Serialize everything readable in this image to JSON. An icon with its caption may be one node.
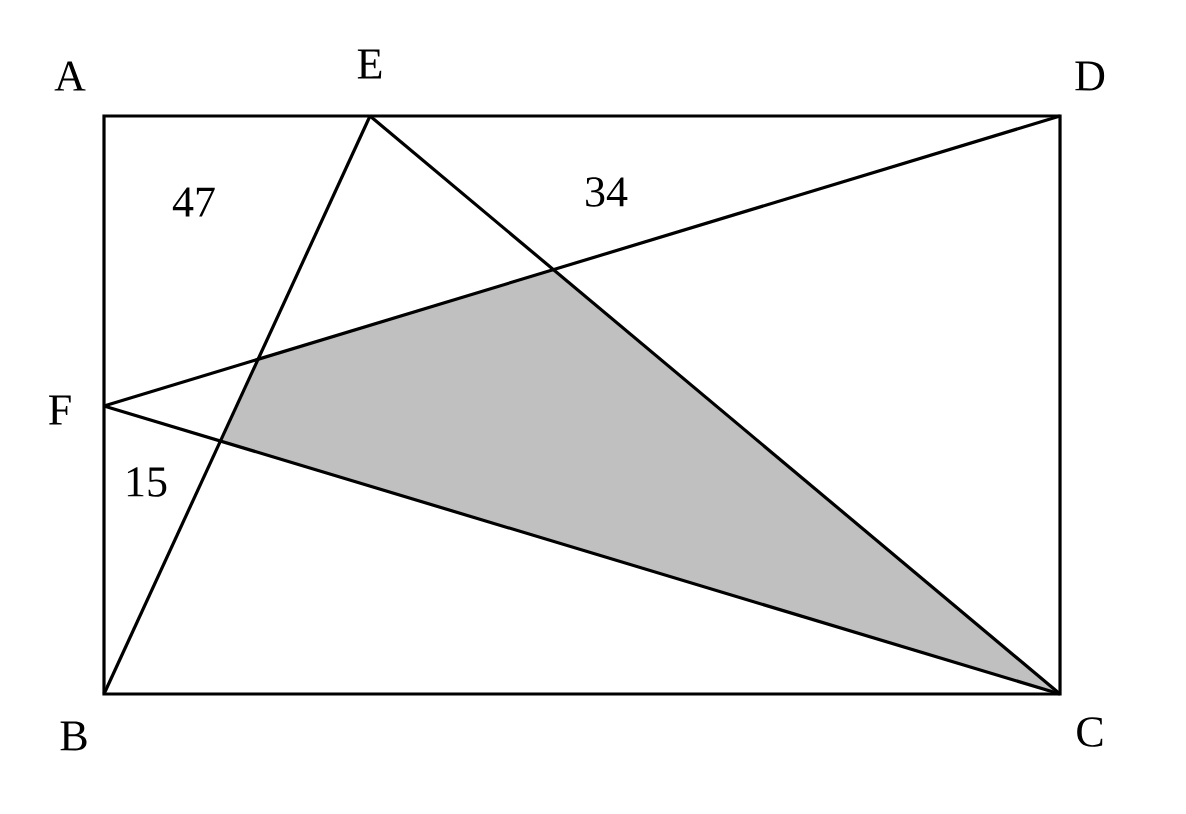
{
  "diagram": {
    "labels": [
      "A",
      "E",
      "D",
      "47",
      "34",
      "F",
      "15",
      "B",
      "C"
    ]
  }
}
